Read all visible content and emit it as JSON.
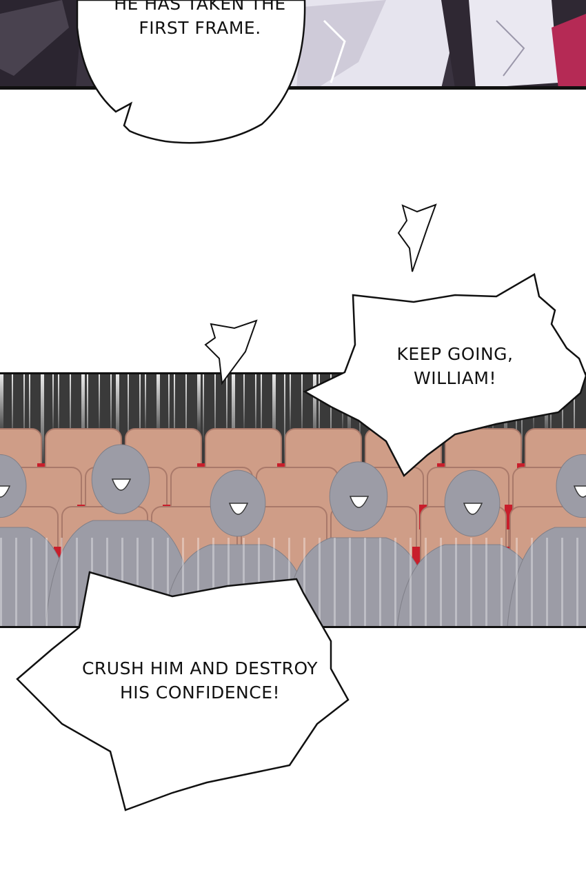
{
  "bubbles": [
    {
      "id": "bubble-top",
      "lines": [
        "HE HAS TAKEN THE",
        "FIRST FRAME."
      ]
    },
    {
      "id": "bubble-right",
      "lines": [
        "KEEP GOING,",
        "WILLIAM!"
      ]
    },
    {
      "id": "bubble-bottom",
      "lines": [
        "CRUSH HIM AND DESTROY",
        "HIS CONFIDENCE!"
      ]
    }
  ],
  "colors": {
    "background": "#ffffff",
    "seat": "#cf9d87",
    "seat_shadow": "#a9796a",
    "seat_red": "#c81e2b",
    "crowd": "#9c9ca6",
    "top_panel_dark": "#2b2530",
    "outline": "#111111"
  }
}
